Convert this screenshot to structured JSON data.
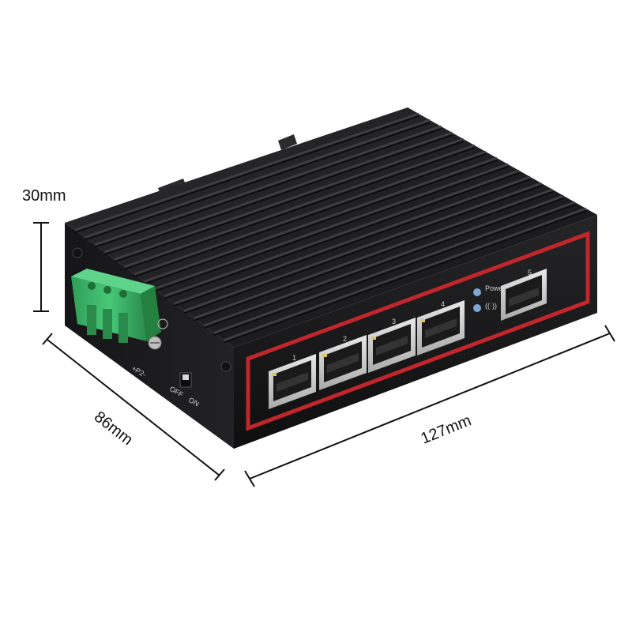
{
  "dimensions": {
    "height_label": "30mm",
    "depth_label": "86mm",
    "width_label": "127mm"
  },
  "device": {
    "port_labels": [
      "1",
      "2",
      "3",
      "4",
      "5"
    ],
    "power_led_label": "Power",
    "switch_off_label": "OFF",
    "switch_on_label": "ON",
    "terminal_label": "+P2-"
  },
  "colors": {
    "chassis": "#1b1b1d",
    "fins": "#2a2a2c",
    "accent_red": "#c0262c",
    "terminal_green": "#3cb868",
    "led_blue": "#7ea6d8"
  }
}
